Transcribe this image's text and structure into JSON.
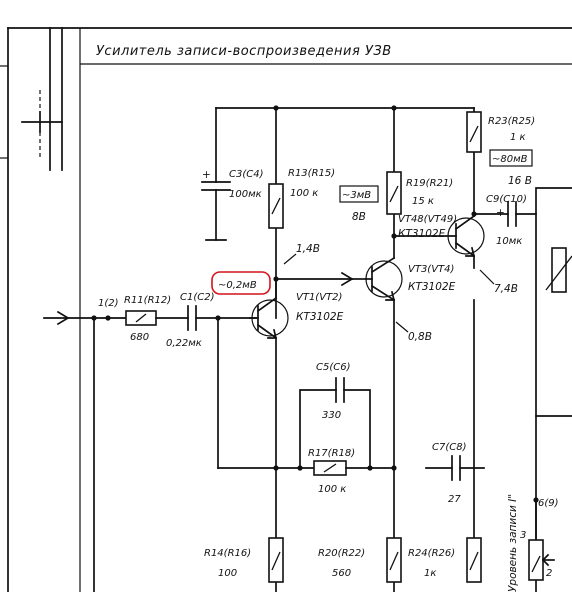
{
  "title": "Усилитель записи-воспроизведения УЗВ",
  "input_node": "1(2)",
  "node_right": "6(9)",
  "resistors": {
    "r11": {
      "ref": "R11(R12)",
      "value": "680"
    },
    "r13": {
      "ref": "R13(R15)",
      "value": "100 к"
    },
    "r17": {
      "ref": "R17(R18)",
      "value": "100 к"
    },
    "r19": {
      "ref": "R19(R21)",
      "value": "15 к"
    },
    "r23": {
      "ref": "R23(R25)",
      "value": "1 к"
    },
    "r14": {
      "ref": "R14(R16)",
      "value": "100"
    },
    "r20": {
      "ref": "R20(R22)",
      "value": "560"
    },
    "r24": {
      "ref": "R24(R26)",
      "value": "1к"
    }
  },
  "capacitors": {
    "c1": {
      "ref": "C1(C2)",
      "value": "0,22мк"
    },
    "c3": {
      "ref": "C3(C4)",
      "value": "100мк"
    },
    "c5": {
      "ref": "C5(C6)",
      "value": "330"
    },
    "c7": {
      "ref": "C7(C8)",
      "value": "27"
    },
    "c9": {
      "ref": "C9(C10)",
      "value": "10мк"
    }
  },
  "transistors": {
    "vt1": {
      "ref": "VT1(VT2)",
      "type": "КТ3102Е"
    },
    "vt3": {
      "ref": "VT3(VT4)",
      "type": "КТ3102Е"
    },
    "vt48": {
      "ref": "VT48(VT49)",
      "type": "КТ3102Е"
    }
  },
  "voltages": {
    "v1": "1,4В",
    "v2": "8В",
    "v3": "16 В",
    "v4": "0,8В",
    "v5": "7,4В"
  },
  "signal_levels": {
    "s1": "~0,2мВ",
    "s2": "~3мВ",
    "s3": "~80мВ"
  },
  "level_label": "Уровень записи I\"",
  "pot_pins": {
    "p3": "3",
    "p2": "2"
  },
  "sign_plus": "+",
  "highlight_color": "#d2141c"
}
